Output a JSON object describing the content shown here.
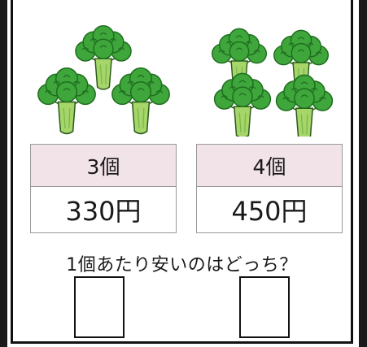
{
  "left_option": {
    "quantity": "3個",
    "price": "330円",
    "broccoli_count": 3
  },
  "right_option": {
    "quantity": "4個",
    "price": "450円",
    "broccoli_count": 4
  },
  "question": "1個あたり安いのはどっち？",
  "colors": {
    "broccoli_floret": "#3ea63b",
    "broccoli_floret_dark": "#1f6e1f",
    "broccoli_stem": "#a6d56a",
    "quantity_cell_bg": "#f2e3e8",
    "border": "#9a9a9a"
  },
  "icons": [
    "broccoli-icon"
  ]
}
